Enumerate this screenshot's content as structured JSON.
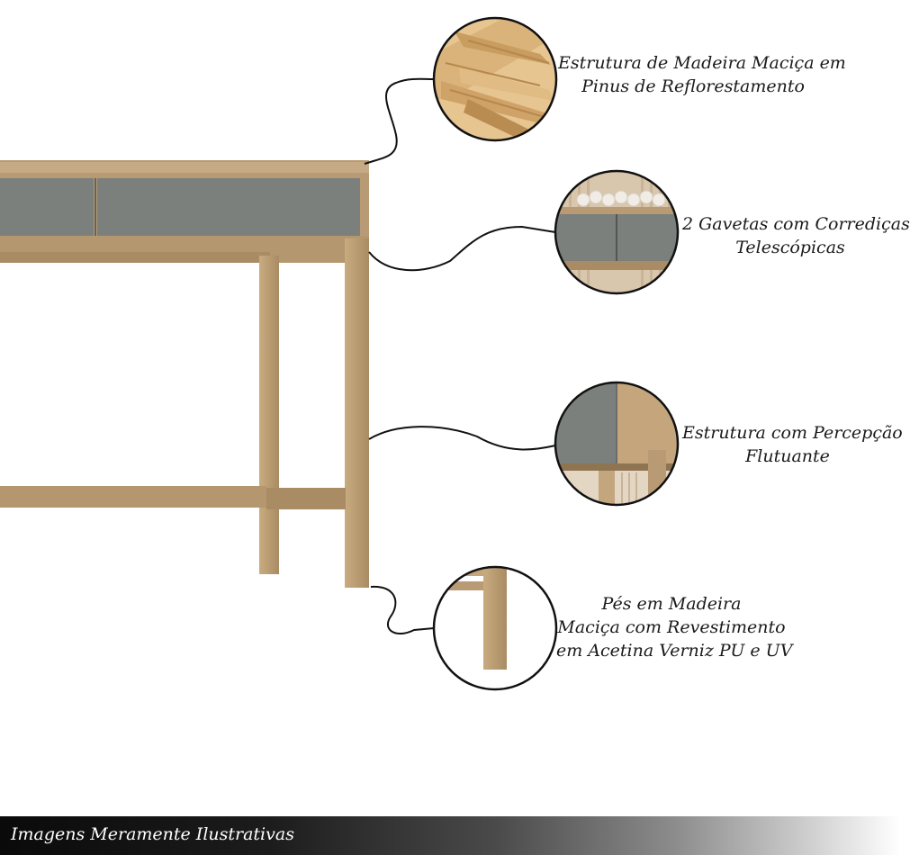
{
  "features": [
    {
      "lines": [
        "Estrutura de Madeira Maciça em",
        "Pinus de  Reflorestamento"
      ],
      "icon": "wood-planks-icon"
    },
    {
      "lines": [
        "2 Gavetas com Corrediças",
        "Telescópicas"
      ],
      "icon": "drawers-closeup-icon"
    },
    {
      "lines": [
        "Estrutura com Percepção",
        "Flutuante"
      ],
      "icon": "floating-structure-icon"
    },
    {
      "lines": [
        "Pés em Madeira",
        "Maciça com Revestimento",
        "em Acetina Verniz PU e UV"
      ],
      "icon": "wood-leg-icon"
    }
  ],
  "footer": {
    "text": "Imagens Meramente Ilustrativas"
  },
  "colors": {
    "wood": "#b89b74",
    "wood_dark": "#a0845e",
    "drawer_gray": "#7b807c",
    "line": "#111111"
  }
}
